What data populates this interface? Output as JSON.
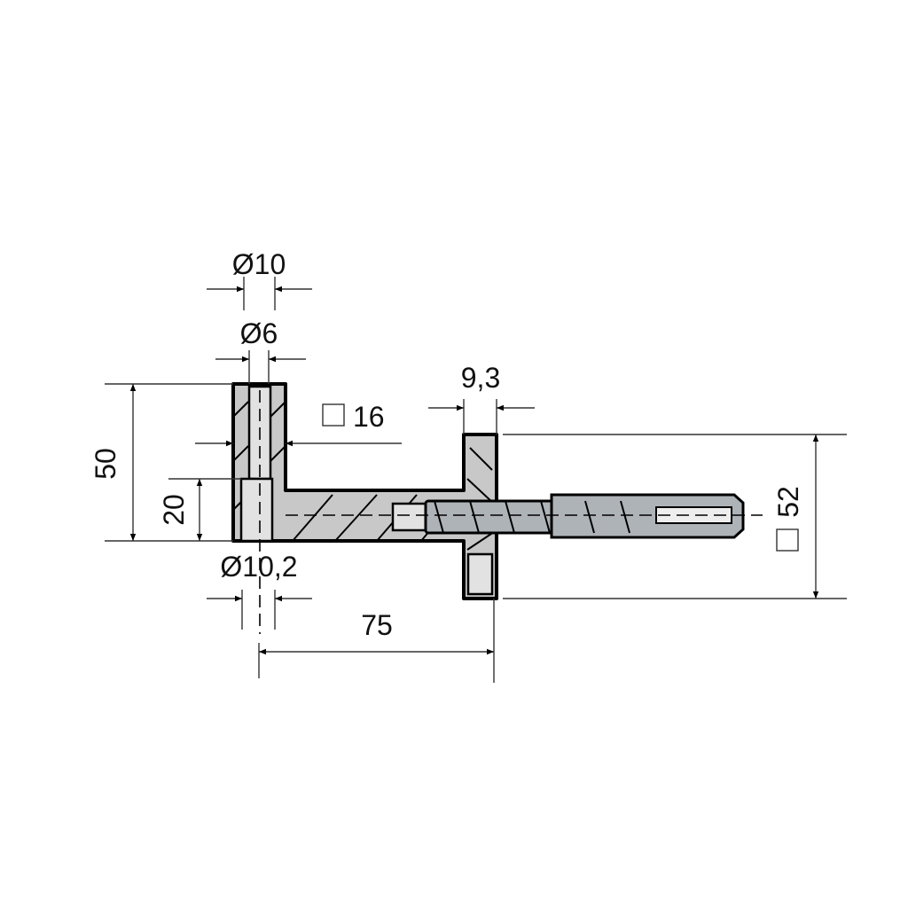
{
  "drawing": {
    "dim_diameter_10": "Ø10",
    "dim_diameter_6": "Ø6",
    "dim_square_16": "16",
    "dim_height_50": "50",
    "dim_height_20": "20",
    "dim_diameter_10_2": "Ø10,2",
    "dim_length_75": "75",
    "dim_flange_9_3": "9,3",
    "dim_square_52": "52"
  }
}
